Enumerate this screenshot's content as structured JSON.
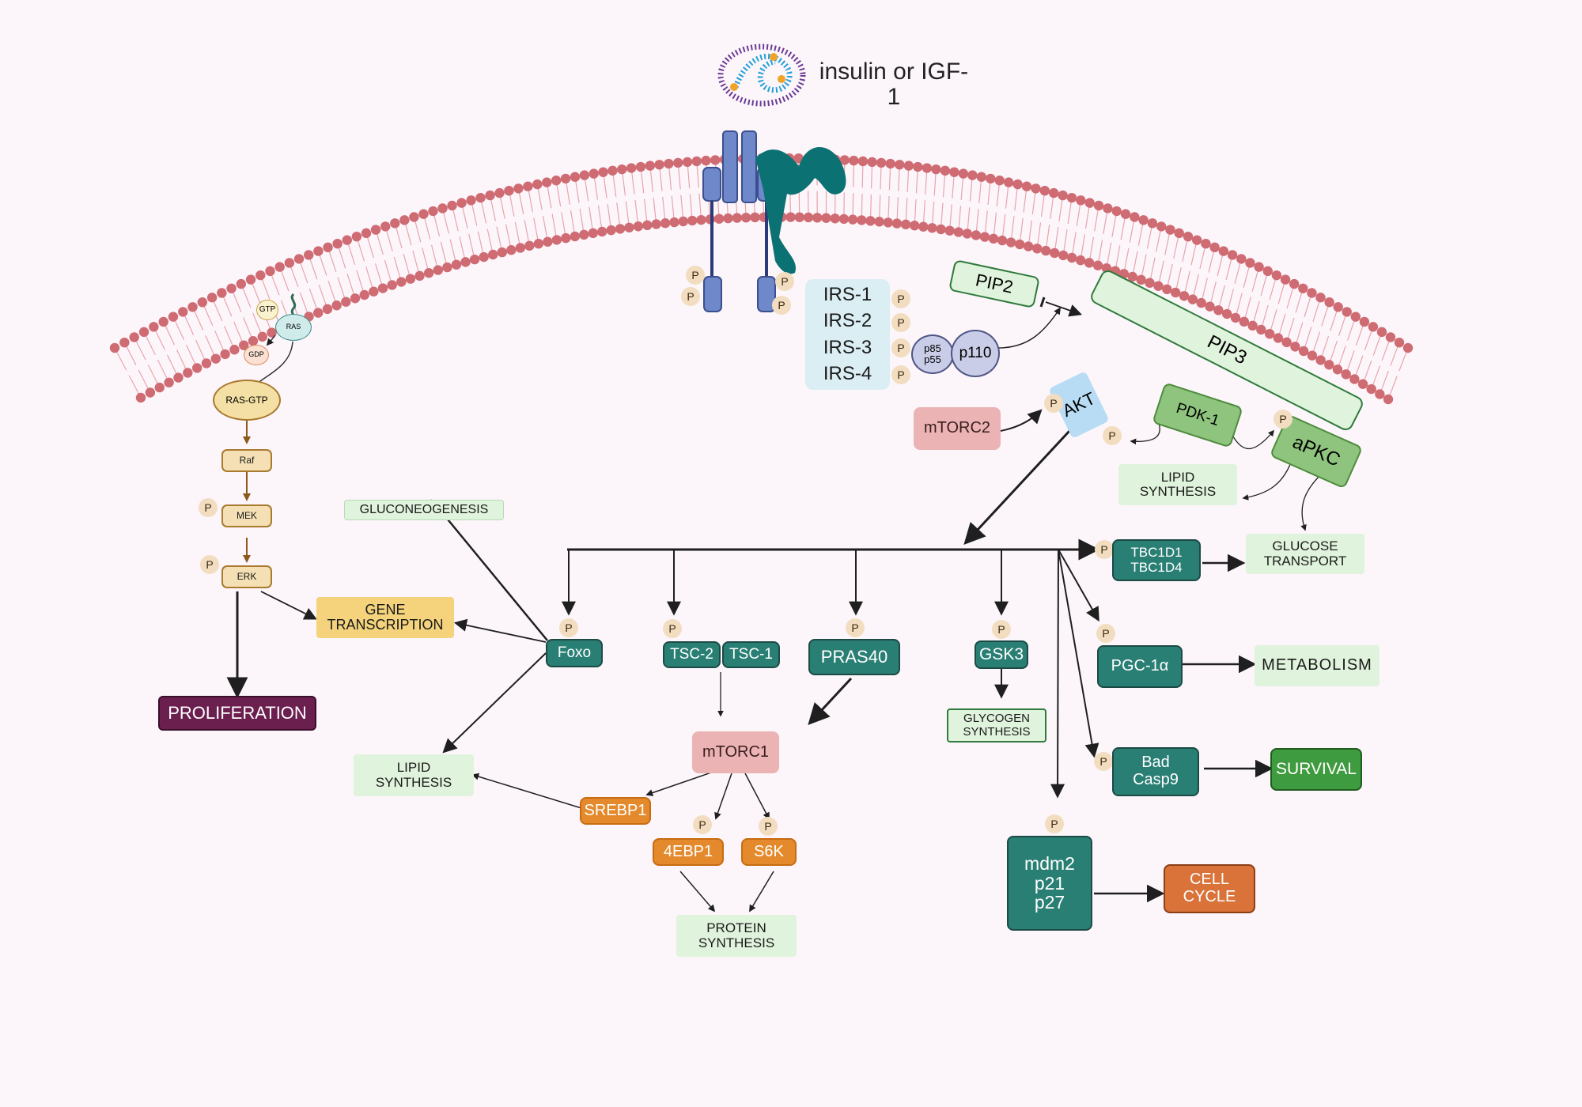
{
  "ligand": {
    "label": "insulin or IGF-1"
  },
  "ras": {
    "gtp": "GTP",
    "ras": "RAS",
    "gdp": "GDP",
    "ras_gtp": "RAS-GTP",
    "raf": "Raf",
    "mek": "MEK",
    "erk": "ERK"
  },
  "phospho": "P",
  "irs": {
    "labels": [
      "IRS-1",
      "IRS-2",
      "IRS-3",
      "IRS-4"
    ]
  },
  "pi3k": {
    "regulatory": "p85\np55",
    "catalytic": "p110"
  },
  "membrane_lipids": {
    "pip2": "PIP2",
    "pip3": "PIP3"
  },
  "kinases": {
    "akt": "AKT",
    "mtorc2": "mTORC2",
    "pdk1": "PDK-1",
    "apkc": "aPKC",
    "mtorc1": "mTORC1"
  },
  "targets": {
    "foxo": "Foxo",
    "tsc2": "TSC-2",
    "tsc1": "TSC-1",
    "pras40": "PRAS40",
    "gsk3": "GSK3",
    "tbc1d": "TBC1D1\nTBC1D4",
    "pgc1a": "PGC-1α",
    "bad_casp9": "Bad\nCasp9",
    "mdm2_p21_p27": "mdm2\np21\np27",
    "srebp1": "SREBP1",
    "ebp1": "4EBP1",
    "s6k": "S6K"
  },
  "outcomes": {
    "gluconeogenesis": "GLUCONEOGENESIS",
    "gene_transcription": "GENE\nTRANSCRIPTION",
    "proliferation": "PROLIFERATION",
    "lipid_synthesis_left": "LIPID\nSYNTHESIS",
    "lipid_synthesis_right": "LIPID\nSYNTHESIS",
    "glucose_transport": "GLUCOSE\nTRANSPORT",
    "glycogen_synthesis": "GLYCOGEN\nSYNTHESIS",
    "metabolism": "METABOLISM",
    "survival": "SURVIVAL",
    "cell_cycle": "CELL\nCYCLE",
    "protein_synthesis": "PROTEIN\nSYNTHESIS"
  },
  "colors": {
    "teal": "#2a7f74",
    "membrane_head": "#cf6b72",
    "proliferation": "#6b1f4f",
    "survival": "#3f9b3f",
    "cell_cycle": "#d9733a"
  }
}
